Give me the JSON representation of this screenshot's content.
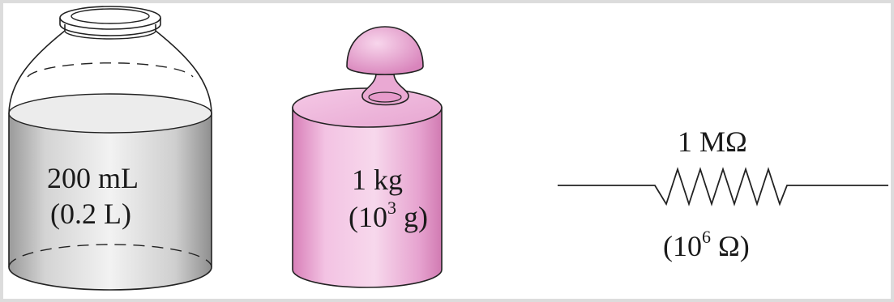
{
  "bottle": {
    "volume_line1": "200 mL",
    "volume_line2": "(0.2 L)",
    "fill_color": "#c9c9c9"
  },
  "weight": {
    "mass_line1": "1 kg",
    "mass_line2_base": "(10",
    "mass_line2_exp": "3",
    "mass_line2_unit": " g)",
    "fill_color": "#eaaed6"
  },
  "resistor": {
    "value_label": "1 MΩ",
    "ohms_base": "(10",
    "ohms_exp": "6",
    "ohms_unit": " Ω)"
  }
}
